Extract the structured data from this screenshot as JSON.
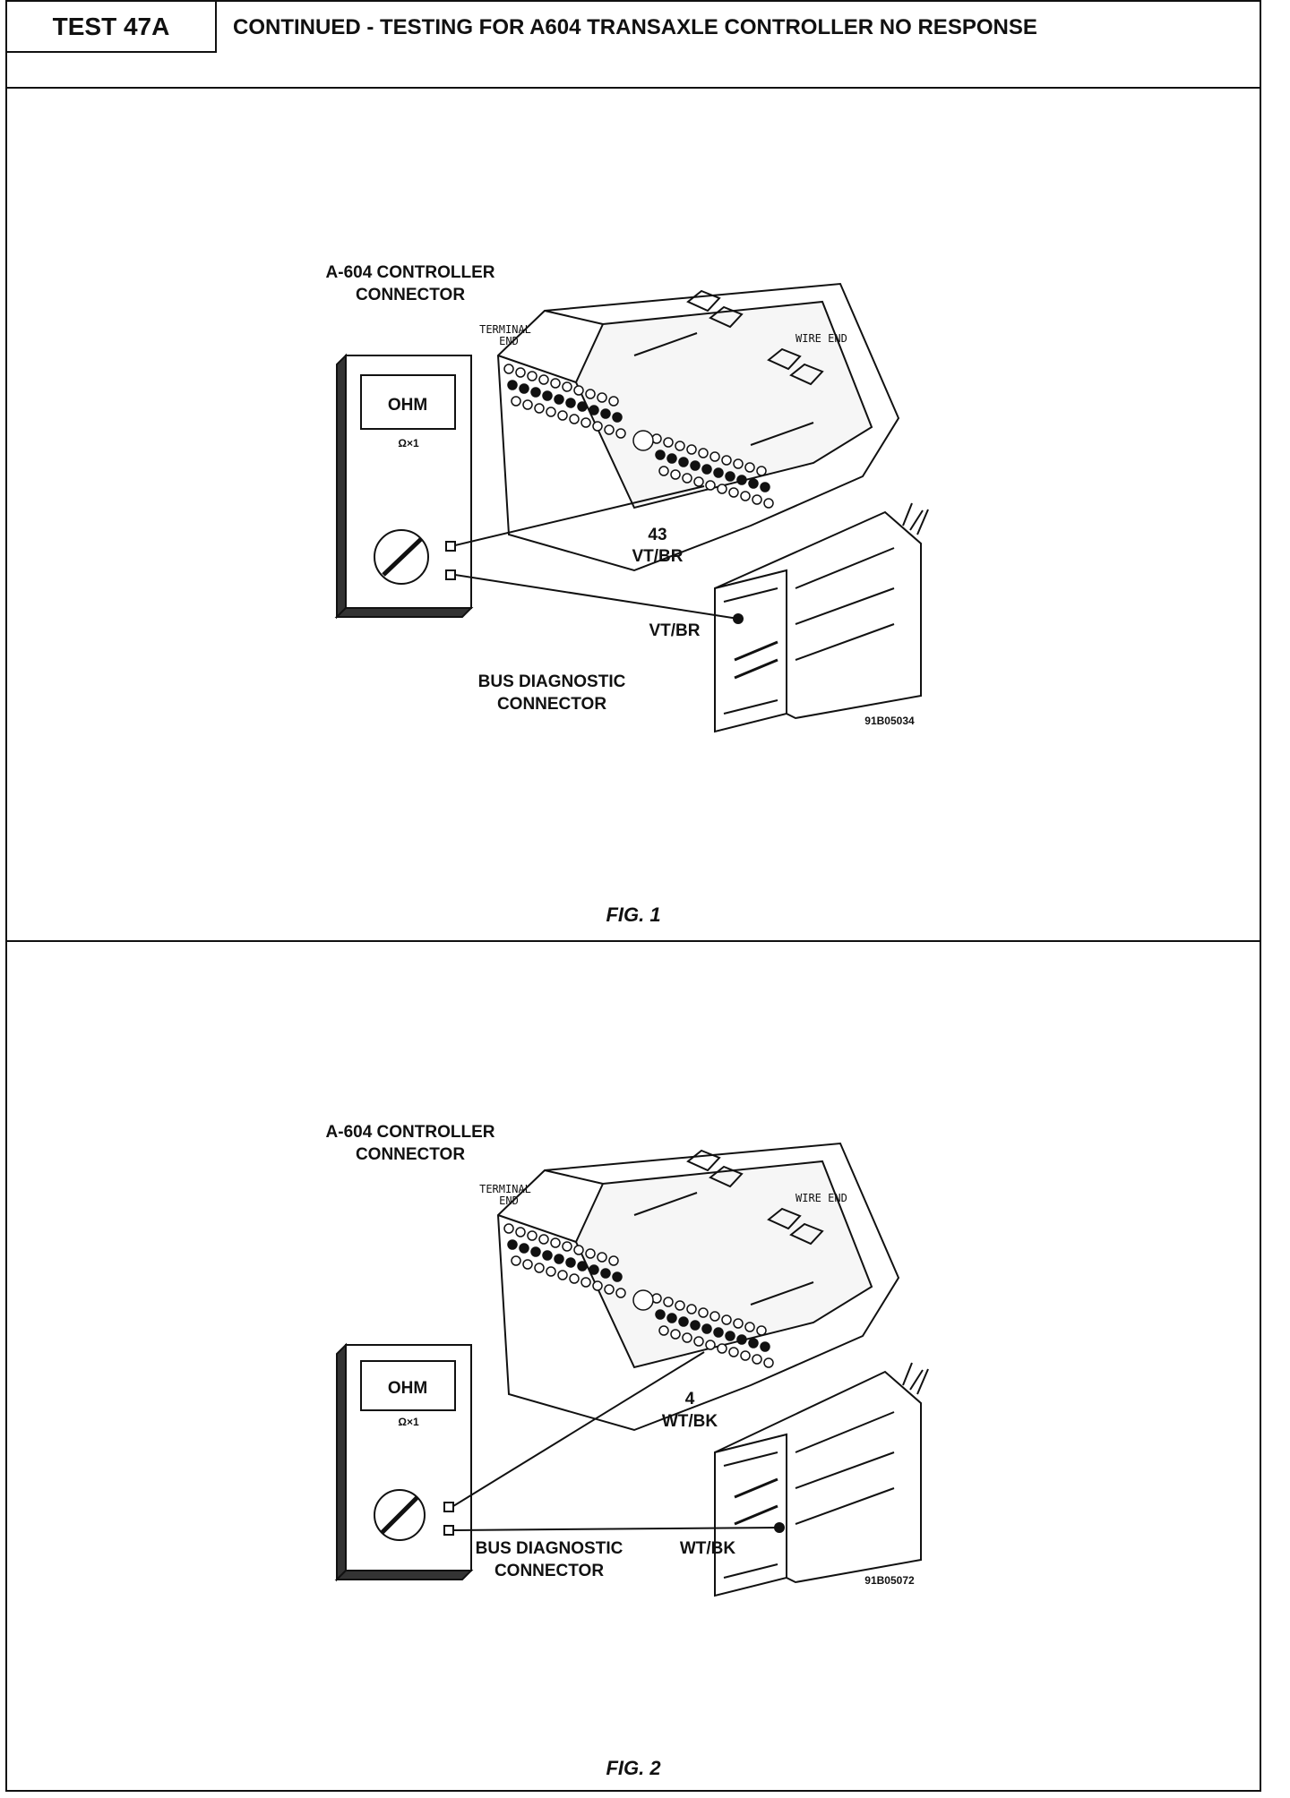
{
  "header": {
    "test_id": "TEST 47A",
    "title": "CONTINUED - TESTING FOR A604 TRANSAXLE CONTROLLER NO RESPONSE"
  },
  "figures": [
    {
      "caption": "FIG. 1",
      "controller_label": [
        "A-604 CONTROLLER",
        "CONNECTOR"
      ],
      "terminal_end": [
        "TERMINAL",
        "END"
      ],
      "wire_end": "WIRE END",
      "meter_display": "OHM",
      "meter_range": "Ω×1",
      "pin_number": "43",
      "pin_wire": "VT/BR",
      "bus_wire": "VT/BR",
      "bus_label": [
        "BUS DIAGNOSTIC",
        "CONNECTOR"
      ],
      "ref": "91B05034"
    },
    {
      "caption": "FIG. 2",
      "controller_label": [
        "A-604 CONTROLLER",
        "CONNECTOR"
      ],
      "terminal_end": [
        "TERMINAL",
        "END"
      ],
      "wire_end": "WIRE END",
      "meter_display": "OHM",
      "meter_range": "Ω×1",
      "pin_number": "4",
      "pin_wire": "WT/BK",
      "bus_wire": "WT/BK",
      "bus_label": [
        "BUS DIAGNOSTIC",
        "CONNECTOR"
      ],
      "ref": "91B05072"
    }
  ]
}
